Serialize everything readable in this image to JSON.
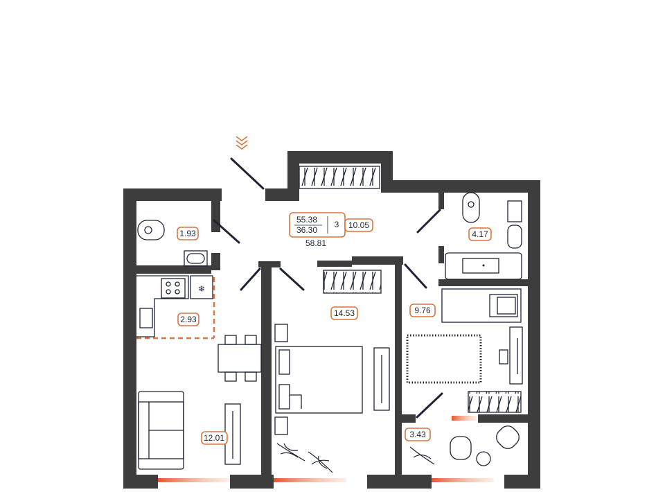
{
  "plan": {
    "total_area": "55.38",
    "living_area": "36.30",
    "area_with_balcony": "58.81",
    "rooms_count": "3",
    "accent_color": "#d9753f",
    "wall_color": "#3d3d3d",
    "rooms": [
      {
        "name": "toilet",
        "area": "1.93"
      },
      {
        "name": "kitchen",
        "area": "2.93"
      },
      {
        "name": "living-room",
        "area": "12.01"
      },
      {
        "name": "bedroom",
        "area": "14.53"
      },
      {
        "name": "hallway",
        "area": "10.05"
      },
      {
        "name": "children-room",
        "area": "9.76"
      },
      {
        "name": "bathroom",
        "area": "4.17"
      },
      {
        "name": "balcony",
        "area": "3.43"
      }
    ],
    "entrance_icon": "chevron-down-triple-icon"
  }
}
